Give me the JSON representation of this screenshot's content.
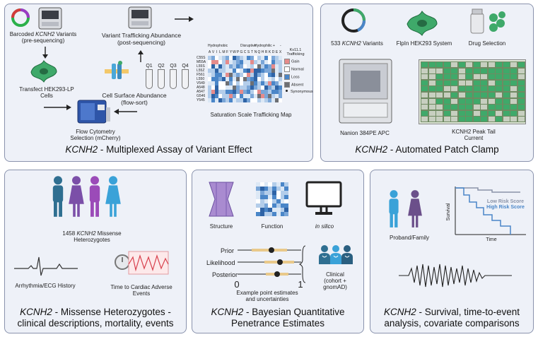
{
  "panel1": {
    "variants_label_a": "Barcoded",
    "variants_label_gene": "KCNH2",
    "variants_label_b": "Variants",
    "variants_label_c": "(pre-sequencing)",
    "trafficking_label": "Variant Trafficking Abundance",
    "trafficking_sub": "(post-sequencing)",
    "transfect_label": "Transfect HEK293-LP",
    "transfect_sub": "Cells",
    "surface_label": "Cell Surface Abundance",
    "surface_sub": "(flow-sort)",
    "tubes": [
      "Q1",
      "Q2",
      "Q3",
      "Q4"
    ],
    "flow_label": "Flow Cytometry",
    "flow_sub": "Selection (mCherry)",
    "map_caption": "Saturation Scale Trafficking Map",
    "heatmap": {
      "rows": [
        "C55S",
        "M55A",
        "L55S",
        "L55Z",
        "F561",
        "L550",
        "V549",
        "A548",
        "A547",
        "G546",
        "Y545"
      ],
      "cols": [
        "A",
        "V",
        "I",
        "L",
        "M",
        "F",
        "Y",
        "W",
        "P",
        "G",
        "C",
        "S",
        "T",
        "N",
        "Q",
        "H",
        "R",
        "K",
        "D",
        "E",
        "X"
      ],
      "groups": [
        "Hydrophobic",
        "Disruptive",
        "Hydrophilic",
        "+",
        "-"
      ],
      "legend_title": "Kv11.1 Trafficking",
      "legend": [
        "Gain",
        "Normal",
        "Loss",
        "Absent",
        "Synonymous"
      ]
    },
    "title_gene": "KCNH2",
    "title_rest": " - Multiplexed Assay of Variant Effect"
  },
  "panel2": {
    "variants_gene": "KCNH2",
    "variants_a": "533",
    "variants_b": "Variants",
    "system_label": "FlpIn HEK293 System",
    "drug_label": "Drug Selection",
    "apc_label": "Nanion 384PE APC",
    "current_label": "KCNH2 Peak Tail",
    "current_sub": "Current",
    "title_gene": "KCNH2",
    "title_rest": " - Automated Patch Clamp"
  },
  "panel3": {
    "count_a": "1458",
    "count_gene": "KCNH2",
    "count_b": "Missense",
    "count_sub": "Heterozygotes",
    "ecg_label": "Arrhythmia/ECG History",
    "time_label": "Time to Cardiac Adverse",
    "time_sub": "Events",
    "title_gene": "KCNH2",
    "title_rest": " - Missense Heterozygotes -",
    "title_line2": "clinical descriptions, mortality, events"
  },
  "panel4": {
    "structure_label": "Structure",
    "function_label": "Function",
    "silico_label": "in silico",
    "prior_label": "Prior",
    "likelihood_label": "Likelihood",
    "posterior_label": "Posterior",
    "axis_min": "0",
    "axis_max": "1",
    "caption": "Example point estimates",
    "caption_sub": "and uncertainties",
    "clinical_label": "Clinical",
    "clinical_sub": "(cohort +",
    "clinical_sub2": "gnomAD)",
    "title_gene": "KCNH2",
    "title_rest": " - Bayesian Quantitative",
    "title_line2": "Penetrance Estimates"
  },
  "panel5": {
    "family_label": "Proband/Family",
    "survival_ylabel": "Survival",
    "survival_xlabel": "Time",
    "low_risk": "Low Risk Score",
    "high_risk": "High Risk Score",
    "low_color": "#8a93a8",
    "high_color": "#4a86c8",
    "title_gene": "KCNH2",
    "title_rest": " - Survival, time-to-event",
    "title_line2": "analysis, covariate comparisons"
  }
}
